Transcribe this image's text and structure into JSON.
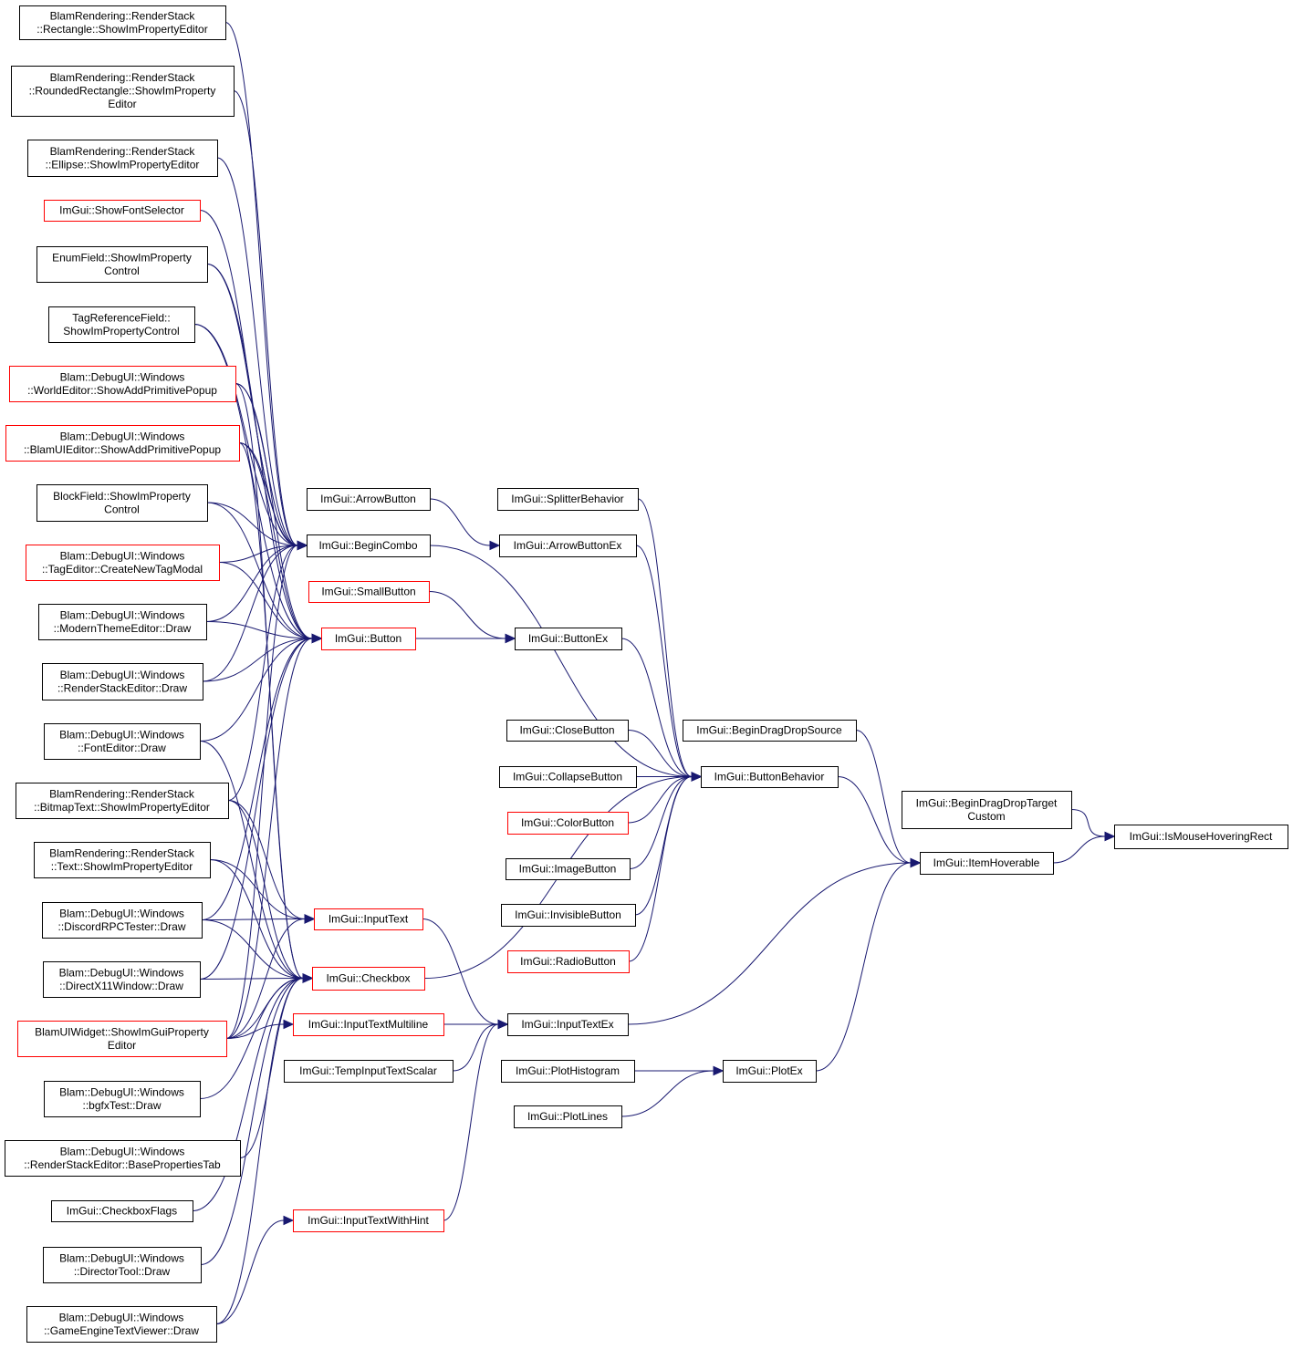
{
  "colors": {
    "edge": "#191970",
    "border_normal": "#000000",
    "border_truncated": "#ff0000",
    "target_fill": "#bfbfbf",
    "node_fill": "#ffffff"
  },
  "nodes": [
    {
      "id": "rect_sipe",
      "lines": [
        "BlamRendering::RenderStack",
        "::Rectangle::ShowImPropertyEditor"
      ],
      "border": "black"
    },
    {
      "id": "rrect_sipe",
      "lines": [
        "BlamRendering::RenderStack",
        "::RoundedRectangle::ShowImProperty",
        "Editor"
      ],
      "border": "black"
    },
    {
      "id": "ellipse_sipe",
      "lines": [
        "BlamRendering::RenderStack",
        "::Ellipse::ShowImPropertyEditor"
      ],
      "border": "black"
    },
    {
      "id": "showfontselector",
      "lines": [
        "ImGui::ShowFontSelector"
      ],
      "border": "red"
    },
    {
      "id": "enumfield",
      "lines": [
        "EnumField::ShowImProperty",
        "Control"
      ],
      "border": "black"
    },
    {
      "id": "tagreffield",
      "lines": [
        "TagReferenceField::",
        "ShowImPropertyControl"
      ],
      "border": "black"
    },
    {
      "id": "worldeditor",
      "lines": [
        "Blam::DebugUI::Windows",
        "::WorldEditor::ShowAddPrimitivePopup"
      ],
      "border": "red"
    },
    {
      "id": "blamuieditor",
      "lines": [
        "Blam::DebugUI::Windows",
        "::BlamUIEditor::ShowAddPrimitivePopup"
      ],
      "border": "red"
    },
    {
      "id": "blockfield",
      "lines": [
        "BlockField::ShowImProperty",
        "Control"
      ],
      "border": "black"
    },
    {
      "id": "tageditor",
      "lines": [
        "Blam::DebugUI::Windows",
        "::TagEditor::CreateNewTagModal"
      ],
      "border": "red"
    },
    {
      "id": "moderntheme",
      "lines": [
        "Blam::DebugUI::Windows",
        "::ModernThemeEditor::Draw"
      ],
      "border": "black"
    },
    {
      "id": "renderstackeditor",
      "lines": [
        "Blam::DebugUI::Windows",
        "::RenderStackEditor::Draw"
      ],
      "border": "black"
    },
    {
      "id": "fonteditor",
      "lines": [
        "Blam::DebugUI::Windows",
        "::FontEditor::Draw"
      ],
      "border": "black"
    },
    {
      "id": "bitmaptext",
      "lines": [
        "BlamRendering::RenderStack",
        "::BitmapText::ShowImPropertyEditor"
      ],
      "border": "black"
    },
    {
      "id": "text_sipe",
      "lines": [
        "BlamRendering::RenderStack",
        "::Text::ShowImPropertyEditor"
      ],
      "border": "black"
    },
    {
      "id": "discordrpc",
      "lines": [
        "Blam::DebugUI::Windows",
        "::DiscordRPCTester::Draw"
      ],
      "border": "black"
    },
    {
      "id": "directx11",
      "lines": [
        "Blam::DebugUI::Windows",
        "::DirectX11Window::Draw"
      ],
      "border": "black"
    },
    {
      "id": "blamuiwidget",
      "lines": [
        "BlamUIWidget::ShowImGuiProperty",
        "Editor"
      ],
      "border": "red"
    },
    {
      "id": "bgfxtest",
      "lines": [
        "Blam::DebugUI::Windows",
        "::bgfxTest::Draw"
      ],
      "border": "black"
    },
    {
      "id": "basepropstab",
      "lines": [
        "Blam::DebugUI::Windows",
        "::RenderStackEditor::BasePropertiesTab"
      ],
      "border": "black"
    },
    {
      "id": "checkboxflags",
      "lines": [
        "ImGui::CheckboxFlags"
      ],
      "border": "black"
    },
    {
      "id": "directortool",
      "lines": [
        "Blam::DebugUI::Windows",
        "::DirectorTool::Draw"
      ],
      "border": "black"
    },
    {
      "id": "gameenginetext",
      "lines": [
        "Blam::DebugUI::Windows",
        "::GameEngineTextViewer::Draw"
      ],
      "border": "black"
    },
    {
      "id": "arrowbutton",
      "lines": [
        "ImGui::ArrowButton"
      ],
      "border": "black"
    },
    {
      "id": "begincombo",
      "lines": [
        "ImGui::BeginCombo"
      ],
      "border": "black"
    },
    {
      "id": "smallbutton",
      "lines": [
        "ImGui::SmallButton"
      ],
      "border": "red"
    },
    {
      "id": "button",
      "lines": [
        "ImGui::Button"
      ],
      "border": "red"
    },
    {
      "id": "inputtext",
      "lines": [
        "ImGui::InputText"
      ],
      "border": "red"
    },
    {
      "id": "checkbox",
      "lines": [
        "ImGui::Checkbox"
      ],
      "border": "red"
    },
    {
      "id": "inputtextmultiline",
      "lines": [
        "ImGui::InputTextMultiline"
      ],
      "border": "red"
    },
    {
      "id": "tempinputtextscalar",
      "lines": [
        "ImGui::TempInputTextScalar"
      ],
      "border": "black"
    },
    {
      "id": "inputtextwithhint",
      "lines": [
        "ImGui::InputTextWithHint"
      ],
      "border": "red"
    },
    {
      "id": "splitterbehavior",
      "lines": [
        "ImGui::SplitterBehavior"
      ],
      "border": "black"
    },
    {
      "id": "arrowbuttonex",
      "lines": [
        "ImGui::ArrowButtonEx"
      ],
      "border": "black"
    },
    {
      "id": "buttonex",
      "lines": [
        "ImGui::ButtonEx"
      ],
      "border": "black"
    },
    {
      "id": "closebutton",
      "lines": [
        "ImGui::CloseButton"
      ],
      "border": "black"
    },
    {
      "id": "collapsebutton",
      "lines": [
        "ImGui::CollapseButton"
      ],
      "border": "black"
    },
    {
      "id": "colorbutton",
      "lines": [
        "ImGui::ColorButton"
      ],
      "border": "red"
    },
    {
      "id": "imagebutton",
      "lines": [
        "ImGui::ImageButton"
      ],
      "border": "black"
    },
    {
      "id": "invisiblebutton",
      "lines": [
        "ImGui::InvisibleButton"
      ],
      "border": "black"
    },
    {
      "id": "radiobutton",
      "lines": [
        "ImGui::RadioButton"
      ],
      "border": "red"
    },
    {
      "id": "inputtextex",
      "lines": [
        "ImGui::InputTextEx"
      ],
      "border": "black"
    },
    {
      "id": "plothistogram",
      "lines": [
        "ImGui::PlotHistogram"
      ],
      "border": "black"
    },
    {
      "id": "plotlines",
      "lines": [
        "ImGui::PlotLines"
      ],
      "border": "black"
    },
    {
      "id": "begindragdropsource",
      "lines": [
        "ImGui::BeginDragDropSource"
      ],
      "border": "black"
    },
    {
      "id": "buttonbehavior",
      "lines": [
        "ImGui::ButtonBehavior"
      ],
      "border": "black"
    },
    {
      "id": "begindragdroptarget",
      "lines": [
        "ImGui::BeginDragDropTarget",
        "Custom"
      ],
      "border": "black"
    },
    {
      "id": "itemhoverable",
      "lines": [
        "ImGui::ItemHoverable"
      ],
      "border": "black"
    },
    {
      "id": "plotex",
      "lines": [
        "ImGui::PlotEx"
      ],
      "border": "black"
    },
    {
      "id": "ismousehoveringrect",
      "lines": [
        "ImGui::IsMouseHoveringRect"
      ],
      "border": "black",
      "highlight": true
    }
  ],
  "edges": [
    [
      "rect_sipe",
      "begincombo"
    ],
    [
      "rrect_sipe",
      "begincombo"
    ],
    [
      "ellipse_sipe",
      "begincombo"
    ],
    [
      "showfontselector",
      "begincombo"
    ],
    [
      "enumfield",
      "begincombo"
    ],
    [
      "tagreffield",
      "begincombo"
    ],
    [
      "worldeditor",
      "begincombo"
    ],
    [
      "blamuieditor",
      "begincombo"
    ],
    [
      "blockfield",
      "begincombo"
    ],
    [
      "tageditor",
      "begincombo"
    ],
    [
      "moderntheme",
      "begincombo"
    ],
    [
      "renderstackeditor",
      "begincombo"
    ],
    [
      "bitmaptext",
      "begincombo"
    ],
    [
      "blamuiwidget",
      "begincombo"
    ],
    [
      "enumfield",
      "button"
    ],
    [
      "tagreffield",
      "button"
    ],
    [
      "worldeditor",
      "button"
    ],
    [
      "blamuieditor",
      "button"
    ],
    [
      "blockfield",
      "button"
    ],
    [
      "tageditor",
      "button"
    ],
    [
      "moderntheme",
      "button"
    ],
    [
      "renderstackeditor",
      "button"
    ],
    [
      "fonteditor",
      "button"
    ],
    [
      "discordrpc",
      "button"
    ],
    [
      "directx11",
      "button"
    ],
    [
      "blamuiwidget",
      "button"
    ],
    [
      "bitmaptext",
      "inputtext"
    ],
    [
      "text_sipe",
      "inputtext"
    ],
    [
      "discordrpc",
      "inputtext"
    ],
    [
      "blamuiwidget",
      "inputtext"
    ],
    [
      "worldeditor",
      "checkbox"
    ],
    [
      "blamuieditor",
      "checkbox"
    ],
    [
      "fonteditor",
      "checkbox"
    ],
    [
      "bitmaptext",
      "checkbox"
    ],
    [
      "text_sipe",
      "checkbox"
    ],
    [
      "discordrpc",
      "checkbox"
    ],
    [
      "directx11",
      "checkbox"
    ],
    [
      "blamuiwidget",
      "checkbox"
    ],
    [
      "bgfxtest",
      "checkbox"
    ],
    [
      "basepropstab",
      "checkbox"
    ],
    [
      "checkboxflags",
      "checkbox"
    ],
    [
      "directortool",
      "checkbox"
    ],
    [
      "gameenginetext",
      "checkbox"
    ],
    [
      "blamuiwidget",
      "inputtextmultiline"
    ],
    [
      "gameenginetext",
      "inputtextwithhint"
    ],
    [
      "arrowbutton",
      "arrowbuttonex"
    ],
    [
      "smallbutton",
      "buttonex"
    ],
    [
      "button",
      "buttonex"
    ],
    [
      "inputtext",
      "inputtextex"
    ],
    [
      "inputtextmultiline",
      "inputtextex"
    ],
    [
      "tempinputtextscalar",
      "inputtextex"
    ],
    [
      "inputtextwithhint",
      "inputtextex"
    ],
    [
      "begincombo",
      "buttonbehavior"
    ],
    [
      "checkbox",
      "buttonbehavior"
    ],
    [
      "splitterbehavior",
      "buttonbehavior"
    ],
    [
      "arrowbuttonex",
      "buttonbehavior"
    ],
    [
      "buttonex",
      "buttonbehavior"
    ],
    [
      "closebutton",
      "buttonbehavior"
    ],
    [
      "collapsebutton",
      "buttonbehavior"
    ],
    [
      "colorbutton",
      "buttonbehavior"
    ],
    [
      "imagebutton",
      "buttonbehavior"
    ],
    [
      "invisiblebutton",
      "buttonbehavior"
    ],
    [
      "radiobutton",
      "buttonbehavior"
    ],
    [
      "plothistogram",
      "plotex"
    ],
    [
      "plotlines",
      "plotex"
    ],
    [
      "begindragdropsource",
      "itemhoverable"
    ],
    [
      "buttonbehavior",
      "itemhoverable"
    ],
    [
      "inputtextex",
      "itemhoverable"
    ],
    [
      "plotex",
      "itemhoverable"
    ],
    [
      "begindragdroptarget",
      "ismousehoveringrect"
    ],
    [
      "itemhoverable",
      "ismousehoveringrect"
    ]
  ]
}
